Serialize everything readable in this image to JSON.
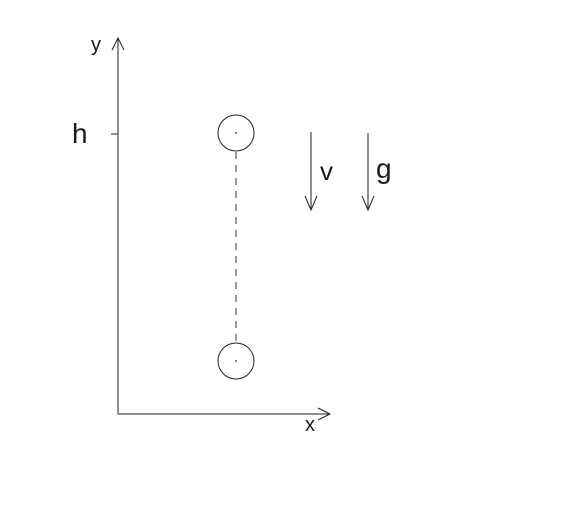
{
  "labels": {
    "x_axis": "x",
    "y_axis": "y",
    "height_tick": "h",
    "velocity": "v",
    "gravity": "g"
  },
  "colors": {
    "stroke": "#222222",
    "background": "#ffffff"
  },
  "icons": {
    "ball_top": "circle",
    "ball_bottom": "circle",
    "velocity_arrow": "arrow-down",
    "gravity_arrow": "arrow-down"
  }
}
